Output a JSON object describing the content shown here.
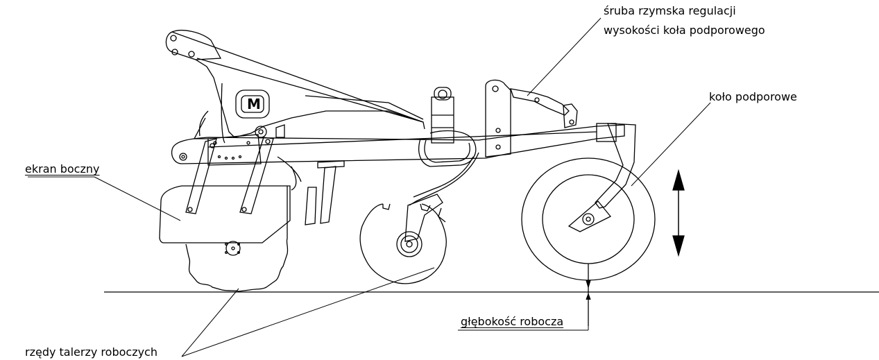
{
  "labels": {
    "turnbuckle_line1": "śruba rzymska regulacji",
    "turnbuckle_line2": "wysokości koła podporowego",
    "support_wheel": "koło podporowe",
    "side_screen": "ekran boczny",
    "disc_rows": "rzędy talerzy roboczych",
    "working_depth": "głębokość robocza"
  },
  "logo": {
    "letter": "M"
  },
  "colors": {
    "line": "#000000",
    "background": "#ffffff"
  }
}
